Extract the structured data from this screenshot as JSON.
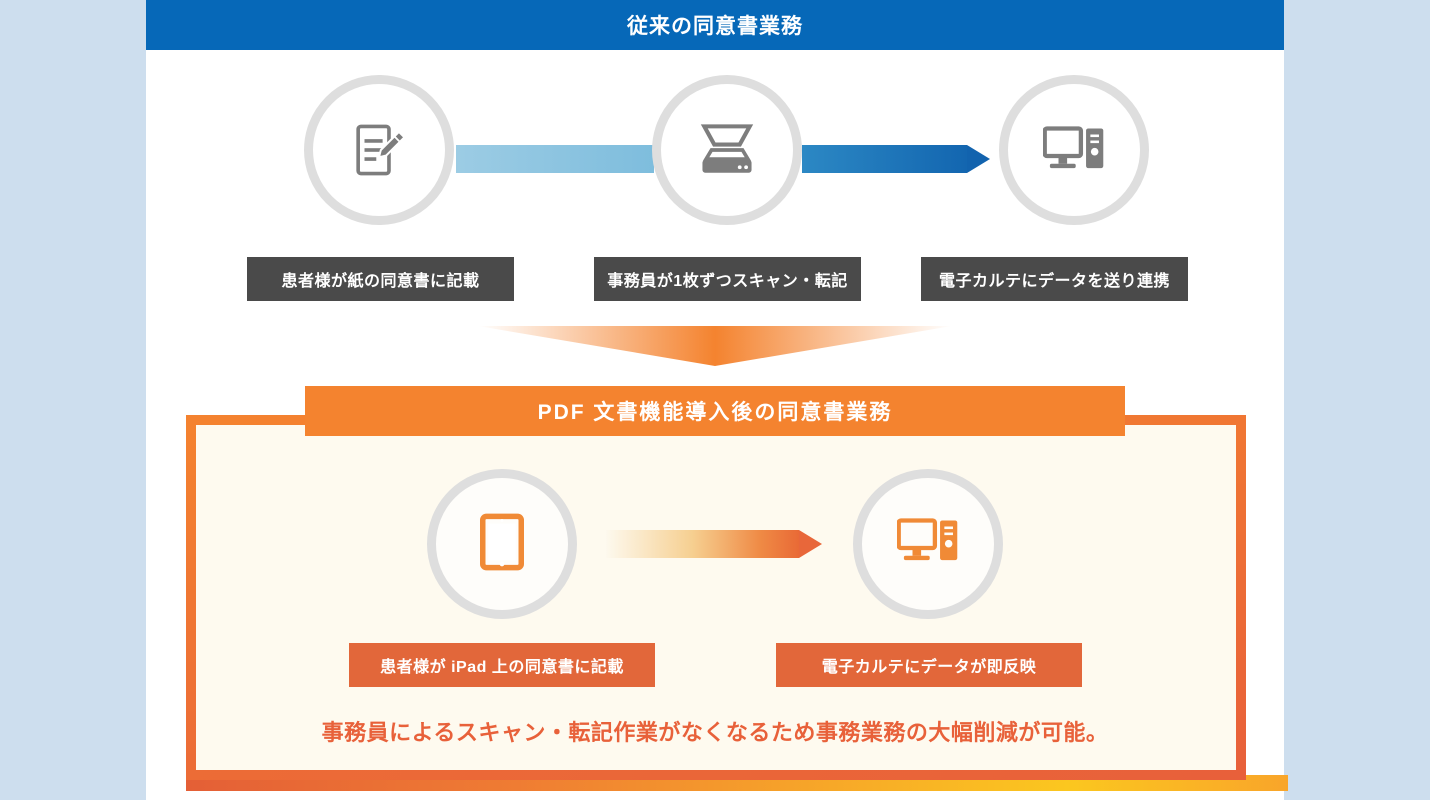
{
  "theme": {
    "page_background": "#cddeee",
    "content_background": "#ffffff",
    "blue_banner": "#0668b8",
    "orange_banner": "#f4832f",
    "dark_label": "#4a4a4a",
    "orange_label": "#e2673a",
    "cream_panel": "#fefaef",
    "summary_text_color": "#e8613a",
    "circle_ring": "#dedede",
    "gray_icon": "#7d7d7d",
    "orange_icon": "#f08a36"
  },
  "before": {
    "banner_title": "従来の同意書業務",
    "steps": [
      {
        "icon": "document-pencil-icon",
        "label": "患者様が紙の同意書に記載"
      },
      {
        "icon": "scanner-icon",
        "label": "事務員が1枚ずつスキャン・転記"
      },
      {
        "icon": "desktop-computer-icon",
        "label": "電子カルテにデータを送り連携"
      }
    ],
    "connectors": [
      {
        "name": "blue-bar-connector",
        "style": "light-blue-bar"
      },
      {
        "name": "blue-arrow-connector",
        "style": "dark-blue-arrow"
      }
    ]
  },
  "divider": {
    "icon": "down-chevron-icon",
    "color": "#f4832f"
  },
  "after": {
    "banner_title": "PDF 文書機能導入後の同意書業務",
    "steps": [
      {
        "icon": "tablet-ipad-icon",
        "label": "患者様が iPad 上の同意書に記載"
      },
      {
        "icon": "desktop-computer-icon",
        "label": "電子カルテにデータが即反映"
      }
    ],
    "connectors": [
      {
        "name": "orange-arrow-connector",
        "style": "orange-gradient-arrow"
      }
    ],
    "summary": "事務員によるスキャン・転記作業がなくなるため事務業務の大幅削減が可能。"
  }
}
